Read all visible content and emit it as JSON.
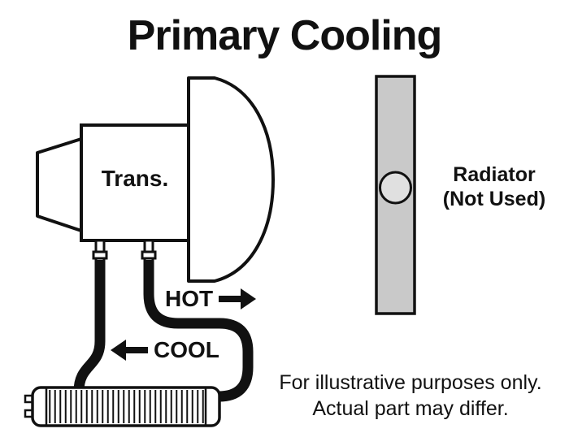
{
  "diagram": {
    "title": "Primary Cooling",
    "transmission": {
      "label": "Trans."
    },
    "flow": {
      "hot_label": "HOT",
      "hot_arrow_icon": "arrow-right",
      "cool_label": "COOL",
      "cool_arrow_icon": "arrow-left"
    },
    "radiator": {
      "label_line1": "Radiator",
      "label_line2": "(Not Used)"
    },
    "disclaimer": {
      "line1": "For illustrative purposes only.",
      "line2": "Actual part may differ."
    },
    "colors": {
      "line": "#111111",
      "radiator_fill": "#c9c9c9",
      "radiator_cap_fill": "#e0e0e0",
      "background": "#ffffff"
    }
  }
}
